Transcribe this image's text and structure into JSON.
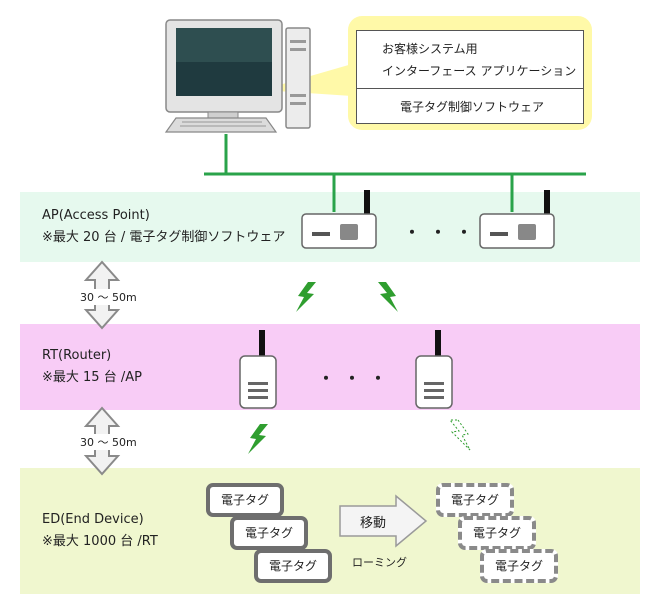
{
  "callout": {
    "line1": "お客様システム用",
    "line2": "インターフェース アプリケーション",
    "line3": "電子タグ制御ソフトウェア"
  },
  "ap_band": {
    "title": "AP(Access Point)",
    "subtitle": "※最大 20 台 / 電子タグ制御ソフトウェア",
    "color": "#e6f9ee",
    "ellipsis": "・・・"
  },
  "rt_band": {
    "title": "RT(Router)",
    "subtitle": "※最大 15 台 /AP",
    "color": "#f8ccf6",
    "ellipsis": "・・・"
  },
  "ed_band": {
    "title": "ED(End Device)",
    "subtitle": "※最大 1000 台 /RT",
    "color": "#f0f7cf"
  },
  "distances": [
    "30 ～ 50m",
    "30 ～ 50m"
  ],
  "tags_left": [
    "電子タグ",
    "電子タグ",
    "電子タグ"
  ],
  "tags_right": [
    "電子タグ",
    "電子タグ",
    "電子タグ"
  ],
  "move_arrow": {
    "label": "移動",
    "caption": "ローミング"
  },
  "colors": {
    "network_line": "#2aa34a",
    "lightning": "#2f9e2f",
    "callout_bg": "#fff9a8"
  },
  "icons": [
    "desktop-computer-icon",
    "access-point-icon",
    "router-icon",
    "lightning-icon",
    "double-arrow-icon"
  ]
}
